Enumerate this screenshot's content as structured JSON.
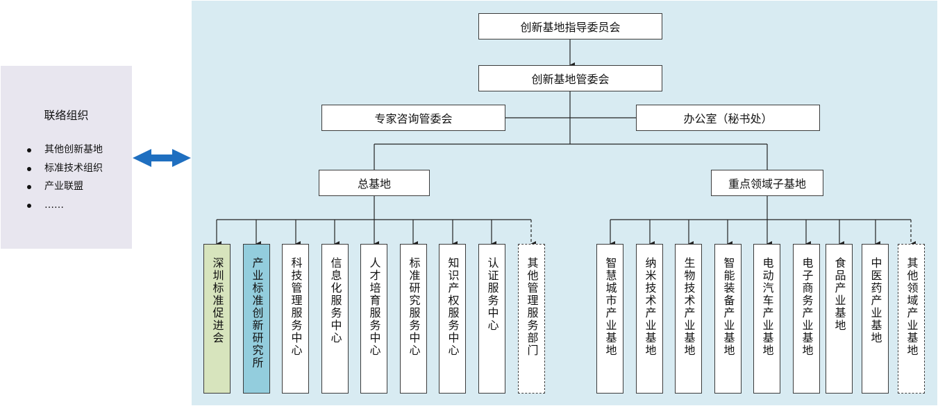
{
  "liaison": {
    "title": "联络组织",
    "items": [
      "其他创新基地",
      "标准技术组织",
      "产业联盟",
      "……"
    ]
  },
  "top": {
    "guidance_committee": "创新基地指导委员会",
    "management_committee": "创新基地管委会",
    "expert_committee": "专家咨询管委会",
    "office": "办公室（秘书处）"
  },
  "general_base": {
    "title": "总基地",
    "units": [
      "深圳标准促进会",
      "产业标准创新研究所",
      "科技管理服务中心",
      "信息化服务中心",
      "人才培育服务中心",
      "标准研究服务中心",
      "知识产权服务中心",
      "认证服务中心",
      "其他管理服务部门"
    ]
  },
  "sub_bases": {
    "title": "重点领域子基地",
    "units": [
      "智慧城市产业基地",
      "纳米技术产业基地",
      "生物技术产业基地",
      "智能装备产业基地",
      "电动汽车产业基地",
      "电子商务产业基地",
      "食品产业基地",
      "中医药产业基地",
      "其他领域产业基地"
    ]
  },
  "colors": {
    "main_panel": "#d8ebf2",
    "liaison_panel": "#e8e6ef",
    "green_unit": "#d7e4bd",
    "blue_unit": "#93cddd",
    "double_arrow": "#1f6fc0"
  },
  "icons": [
    "double-arrow-icon"
  ]
}
